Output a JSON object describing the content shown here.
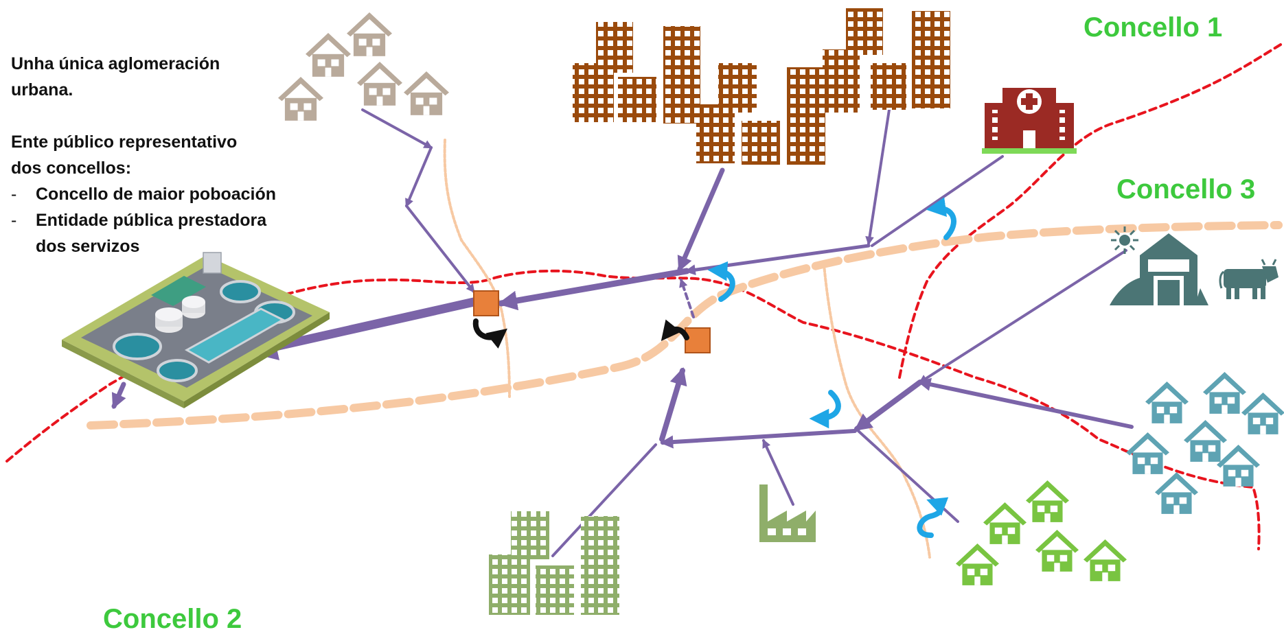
{
  "description": {
    "line1": "Unha única aglomeración urbana.",
    "line2": "Ente público representativo dos concellos:",
    "bullets": [
      "Concello de maior poboación",
      "Entidade pública prestadora dos servizos"
    ]
  },
  "municipalities": {
    "concello1": "Concello 1",
    "concello2": "Concello 2",
    "concello3": "Concello 3"
  },
  "colors": {
    "municipality_label": "#3dc93d",
    "boundary": "#e8141e",
    "river": "#f7c9a3",
    "collector": "#7b64a8",
    "overflow_arrow": "#1ea6e6",
    "pump_station": "#e8803a",
    "houses_grey": "#b9aa9b",
    "buildings_brown": "#9a4a0c",
    "hospital": "#9b2a24",
    "houses_teal": "#5ea3b3",
    "houses_green": "#79c441",
    "buildings_olive": "#8fae6a",
    "farm": "#4b7575"
  },
  "icons": [
    "wastewater-treatment-plant-icon",
    "houses-grey-icon",
    "buildings-brown-icon",
    "hospital-icon",
    "farm-icon",
    "cow-icon",
    "houses-teal-icon",
    "houses-green-icon",
    "buildings-olive-icon",
    "factory-icon",
    "pump-station-icon",
    "overflow-arrow-icon"
  ]
}
